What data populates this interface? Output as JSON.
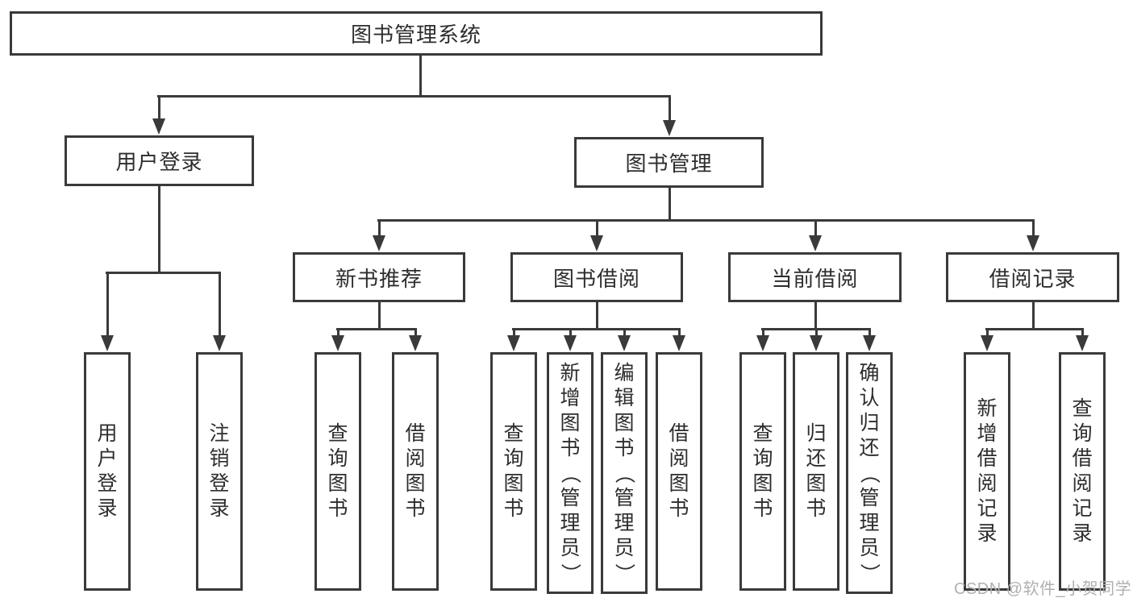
{
  "colors": {
    "line": "#3a3a3a",
    "text": "#2d2d2d",
    "background": "#ffffff",
    "watermark": "#b0b0b0"
  },
  "watermark": "CSDN @软件_小贺同学",
  "tree": {
    "root": {
      "label": "图书管理系统"
    },
    "level2": [
      {
        "id": "user-login",
        "label": "用户登录",
        "parent": "root"
      },
      {
        "id": "book-management",
        "label": "图书管理",
        "parent": "root"
      }
    ],
    "level3": [
      {
        "id": "new-book-recommend",
        "label": "新书推荐",
        "parent": "book-management"
      },
      {
        "id": "book-borrow",
        "label": "图书借阅",
        "parent": "book-management"
      },
      {
        "id": "current-borrow",
        "label": "当前借阅",
        "parent": "book-management"
      },
      {
        "id": "borrow-records",
        "label": "借阅记录",
        "parent": "book-management"
      }
    ],
    "leaves": [
      {
        "id": "user-login-leaf",
        "label": "用户登录",
        "parent": "user-login"
      },
      {
        "id": "logout",
        "label": "注销登录",
        "parent": "user-login"
      },
      {
        "id": "query-books-recommend",
        "label": "查询图书",
        "parent": "new-book-recommend"
      },
      {
        "id": "borrow-books-recommend",
        "label": "借阅图书",
        "parent": "new-book-recommend"
      },
      {
        "id": "query-books-borrow",
        "label": "查询图书",
        "parent": "book-borrow"
      },
      {
        "id": "add-books-admin",
        "label": "新增图书（管理员）",
        "parent": "book-borrow"
      },
      {
        "id": "edit-books-admin",
        "label": "编辑图书（管理员）",
        "parent": "book-borrow"
      },
      {
        "id": "borrow-books",
        "label": "借阅图书",
        "parent": "book-borrow"
      },
      {
        "id": "query-books-current",
        "label": "查询图书",
        "parent": "current-borrow"
      },
      {
        "id": "return-books",
        "label": "归还图书",
        "parent": "current-borrow"
      },
      {
        "id": "confirm-return-admin",
        "label": "确认归还（管理员）",
        "parent": "current-borrow"
      },
      {
        "id": "add-borrow-record",
        "label": "新增借阅记录",
        "parent": "borrow-records"
      },
      {
        "id": "query-borrow-record",
        "label": "查询借阅记录",
        "parent": "borrow-records"
      }
    ]
  }
}
